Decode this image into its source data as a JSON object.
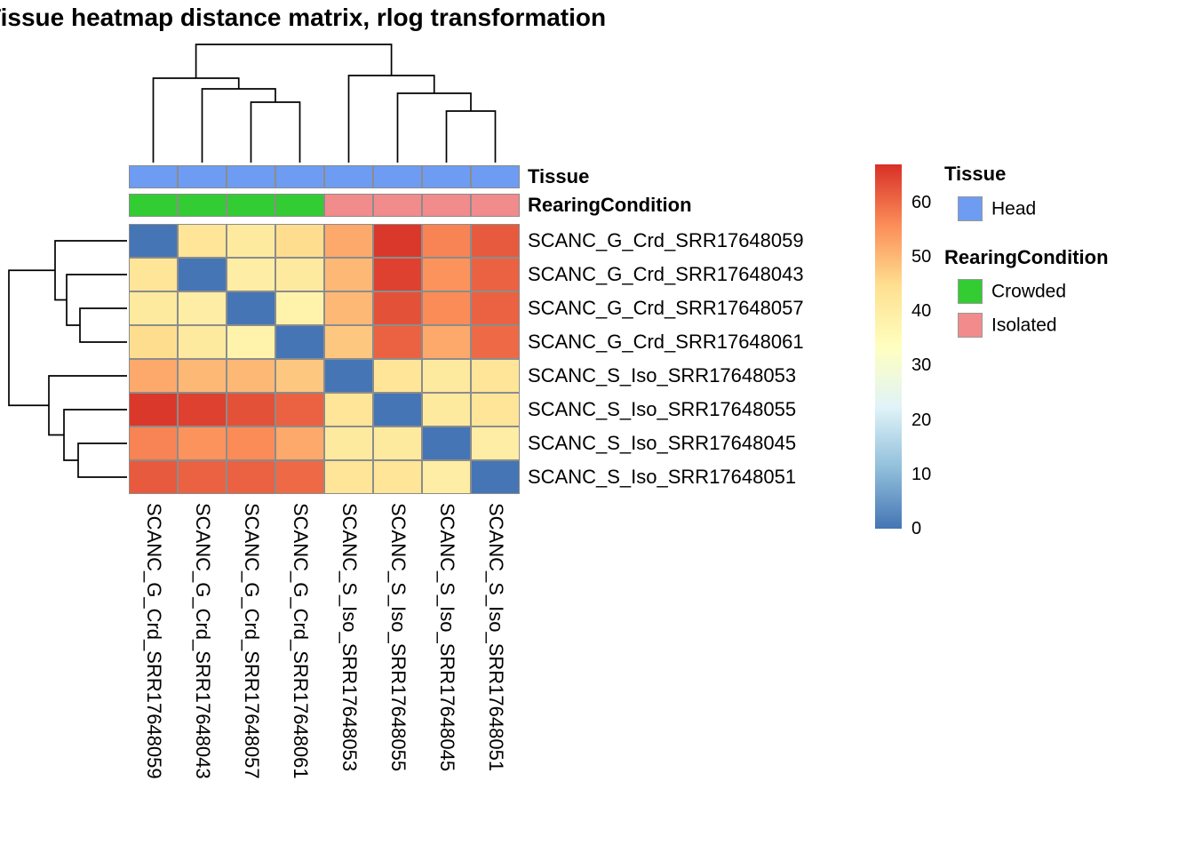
{
  "chart_data": {
    "type": "heatmap",
    "title": "Tissue heatmap distance matrix, rlog transformation",
    "labels": [
      "SCANC_G_Crd_SRR17648059",
      "SCANC_G_Crd_SRR17648043",
      "SCANC_G_Crd_SRR17648057",
      "SCANC_G_Crd_SRR17648061",
      "SCANC_S_Iso_SRR17648053",
      "SCANC_S_Iso_SRR17648055",
      "SCANC_S_Iso_SRR17648045",
      "SCANC_S_Iso_SRR17648051"
    ],
    "matrix": [
      [
        0,
        43,
        41,
        45,
        52,
        66,
        57,
        62
      ],
      [
        43,
        0,
        40,
        41,
        50,
        65,
        55,
        61
      ],
      [
        41,
        40,
        0,
        38,
        50,
        63,
        56,
        61
      ],
      [
        45,
        41,
        38,
        0,
        48,
        61,
        52,
        60
      ],
      [
        52,
        50,
        50,
        48,
        0,
        43,
        41,
        43
      ],
      [
        66,
        65,
        63,
        61,
        43,
        0,
        41,
        43
      ],
      [
        57,
        55,
        56,
        52,
        41,
        41,
        0,
        40
      ],
      [
        62,
        61,
        61,
        60,
        43,
        43,
        40,
        0
      ]
    ],
    "scale": {
      "min": 0,
      "max": 67,
      "ticks": [
        60,
        50,
        40,
        30,
        20,
        10,
        0
      ]
    },
    "ramp": [
      "#4575B4",
      "#91BFDB",
      "#E0F3F8",
      "#FFFFBF",
      "#FEE090",
      "#FC8D59",
      "#D73027"
    ],
    "annotations": {
      "tissue": {
        "label": "Tissue",
        "values": [
          "Head",
          "Head",
          "Head",
          "Head",
          "Head",
          "Head",
          "Head",
          "Head"
        ],
        "colors": {
          "Head": "#6D9CF2"
        }
      },
      "rearing_condition": {
        "label": "RearingCondition",
        "values": [
          "Crowded",
          "Crowded",
          "Crowded",
          "Crowded",
          "Isolated",
          "Isolated",
          "Isolated",
          "Isolated"
        ],
        "colors": {
          "Crowded": "#33CC33",
          "Isolated": "#F28B8B"
        }
      }
    },
    "legend": {
      "tissue": {
        "title": "Tissue",
        "items": [
          {
            "label": "Head",
            "color": "#6D9CF2"
          }
        ]
      },
      "rearing_condition": {
        "title": "RearingCondition",
        "items": [
          {
            "label": "Crowded",
            "color": "#33CC33"
          },
          {
            "label": "Isolated",
            "color": "#F28B8B"
          }
        ]
      }
    }
  }
}
